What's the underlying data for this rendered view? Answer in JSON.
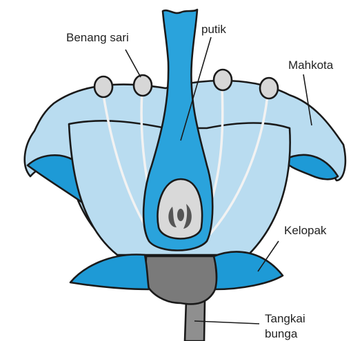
{
  "labels": {
    "stamen": "Benang sari",
    "pistil": "putik",
    "corolla": "Mahkota",
    "sepal": "Kelopak",
    "stalk_line1": "Tangkai",
    "stalk_line2": "bunga"
  },
  "colors": {
    "petal_light": "#b9dcf0",
    "petal_dark": "#1e9ad6",
    "pistil": "#2aa3dc",
    "ovary_inner": "#d9d9d9",
    "receptacle": "#7a7a7a",
    "stalk": "#8f8f8f",
    "anther": "#d7d7d7",
    "outline": "#1a1a1a"
  }
}
